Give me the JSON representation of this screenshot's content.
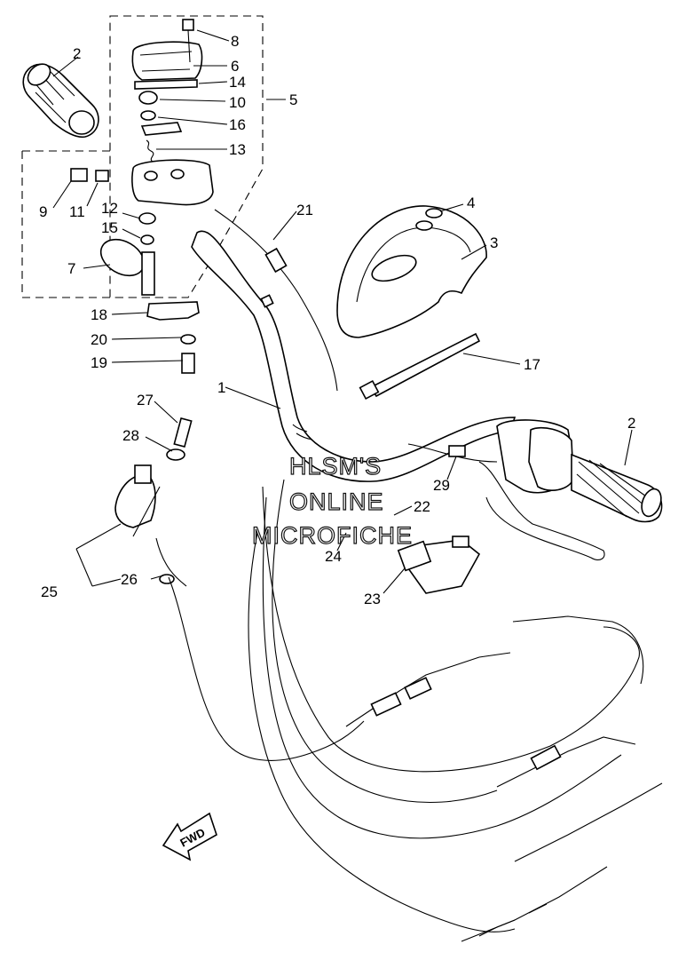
{
  "diagram": {
    "callouts": [
      "1",
      "2",
      "2",
      "3",
      "4",
      "5",
      "6",
      "7",
      "8",
      "9",
      "10",
      "11",
      "12",
      "13",
      "14",
      "15",
      "16",
      "17",
      "18",
      "19",
      "20",
      "21",
      "22",
      "23",
      "24",
      "25",
      "26",
      "27",
      "28",
      "29"
    ],
    "watermark": [
      "HLSM'S",
      "ONLINE",
      "MICROFICHE"
    ],
    "direction_label": "FWD"
  }
}
